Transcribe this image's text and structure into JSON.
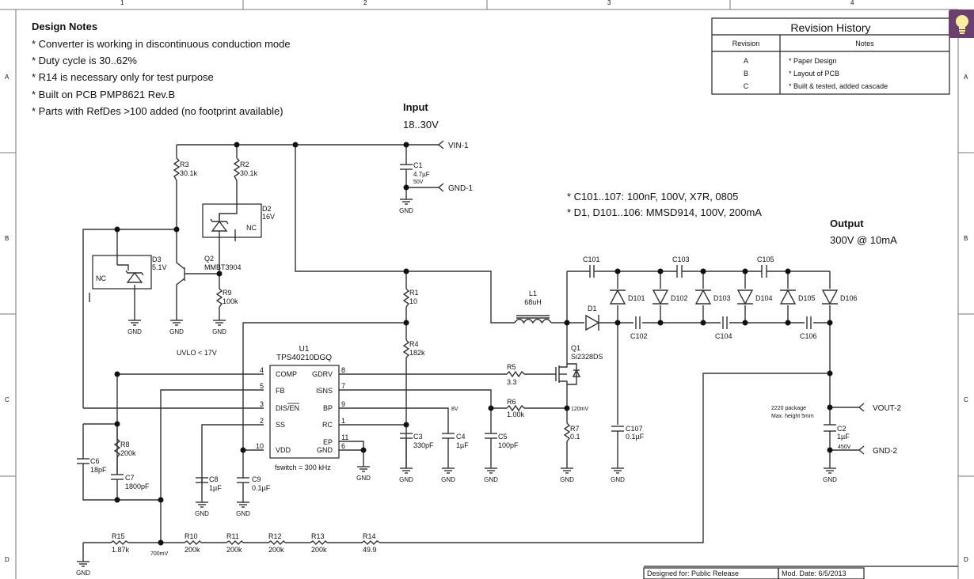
{
  "frame": {
    "columns": [
      "1",
      "2",
      "3",
      "4"
    ],
    "rows": [
      "A",
      "B",
      "C",
      "D"
    ]
  },
  "design_notes": {
    "title": "Design Notes",
    "items": [
      "* Converter is working in discontinuous conduction mode",
      "* Duty cycle is 30..62%",
      "* R14 is necessary only for test purpose",
      "* Built on PCB PMP8621 Rev.B",
      "* Parts with RefDes >100 added (no footprint available)"
    ]
  },
  "revision_history": {
    "title": "Revision History",
    "headers": [
      "Revision",
      "Notes"
    ],
    "rows": [
      {
        "rev": "A",
        "note": "* Paper Design"
      },
      {
        "rev": "B",
        "note": "* Layout of PCB"
      },
      {
        "rev": "C",
        "note": "* Built & tested, added cascade"
      }
    ]
  },
  "input": {
    "title": "Input",
    "value": "18..30V"
  },
  "output": {
    "title": "Output",
    "value": "300V @ 10mA"
  },
  "parts_notes": [
    "* C101..107: 100nF, 100V, X7R, 0805",
    "* D1, D101..106: MMSD914, 100V, 200mA"
  ],
  "connectors": {
    "vin": "VIN-1",
    "gnd1": "GND-1",
    "vout": "VOUT-2",
    "gnd2": "GND-2"
  },
  "gnd_label": "GND",
  "nc_label": "NC",
  "uvlo": "UVLO < 17V",
  "components": {
    "R1": {
      "ref": "R1",
      "val": "10"
    },
    "R2": {
      "ref": "R2",
      "val": "30.1k"
    },
    "R3": {
      "ref": "R3",
      "val": "30.1k"
    },
    "R4": {
      "ref": "R4",
      "val": "182k"
    },
    "R5": {
      "ref": "R5",
      "val": "3.3"
    },
    "R6": {
      "ref": "R6",
      "val": "1.00k"
    },
    "R7": {
      "ref": "R7",
      "val": "0.1"
    },
    "R8": {
      "ref": "R8",
      "val": "200k"
    },
    "R9": {
      "ref": "R9",
      "val": "100k"
    },
    "R10": {
      "ref": "R10",
      "val": "200k"
    },
    "R11": {
      "ref": "R11",
      "val": "200k"
    },
    "R12": {
      "ref": "R12",
      "val": "200k"
    },
    "R13": {
      "ref": "R13",
      "val": "200k"
    },
    "R14": {
      "ref": "R14",
      "val": "49.9"
    },
    "R15": {
      "ref": "R15",
      "val": "1.87k"
    },
    "C1": {
      "ref": "C1",
      "val": "4.7µF",
      "rating": "50V"
    },
    "C2": {
      "ref": "C2",
      "val": "1µF",
      "rating": "450V"
    },
    "C3": {
      "ref": "C3",
      "val": "330pF"
    },
    "C4": {
      "ref": "C4",
      "val": "1µF"
    },
    "C5": {
      "ref": "C5",
      "val": "100pF"
    },
    "C6": {
      "ref": "C6",
      "val": "18pF"
    },
    "C7": {
      "ref": "C7",
      "val": "1800pF"
    },
    "C8": {
      "ref": "C8",
      "val": "1µF"
    },
    "C9": {
      "ref": "C9",
      "val": "0.1µF"
    },
    "C101": {
      "ref": "C101"
    },
    "C102": {
      "ref": "C102"
    },
    "C103": {
      "ref": "C103"
    },
    "C104": {
      "ref": "C104"
    },
    "C105": {
      "ref": "C105"
    },
    "C106": {
      "ref": "C106"
    },
    "C107": {
      "ref": "C107",
      "val": "0.1µF"
    },
    "D1": {
      "ref": "D1"
    },
    "D2": {
      "ref": "D2",
      "val": "16V"
    },
    "D3": {
      "ref": "D3",
      "val": "5.1V"
    },
    "D101": {
      "ref": "D101"
    },
    "D102": {
      "ref": "D102"
    },
    "D103": {
      "ref": "D103"
    },
    "D104": {
      "ref": "D104"
    },
    "D105": {
      "ref": "D105"
    },
    "D106": {
      "ref": "D106"
    },
    "L1": {
      "ref": "L1",
      "val": "68uH"
    },
    "Q1": {
      "ref": "Q1",
      "val": "Si2328DS"
    },
    "Q2": {
      "ref": "Q2",
      "val": "MMBT3904"
    },
    "U1": {
      "ref": "U1",
      "val": "TPS40210DGQ"
    }
  },
  "u1_pins": {
    "left": [
      {
        "num": "4",
        "name": "COMP"
      },
      {
        "num": "5",
        "name": "FB"
      },
      {
        "num": "3",
        "name": "DIS/EN"
      },
      {
        "num": "2",
        "name": "SS"
      },
      {
        "num": "10",
        "name": "VDD"
      }
    ],
    "right": [
      {
        "num": "8",
        "name": "GDRV"
      },
      {
        "num": "7",
        "name": "ISNS"
      },
      {
        "num": "9",
        "name": "BP"
      },
      {
        "num": "1",
        "name": "RC"
      },
      {
        "num": "11",
        "name": "EP"
      },
      {
        "num": "6",
        "name": "GND"
      }
    ]
  },
  "fswitch": "fswitch = 300 kHz",
  "net_labels": {
    "bp": "8V",
    "isense": "120mV",
    "fb": "700mV"
  },
  "c2_note": [
    "2220 package",
    "Max. height 5mm"
  ],
  "title_block": {
    "designed_for": "Designed for: Public Release",
    "mod_date": "Mod. Date: 6/5/2013"
  },
  "hint_icon": "lightbulb-icon"
}
